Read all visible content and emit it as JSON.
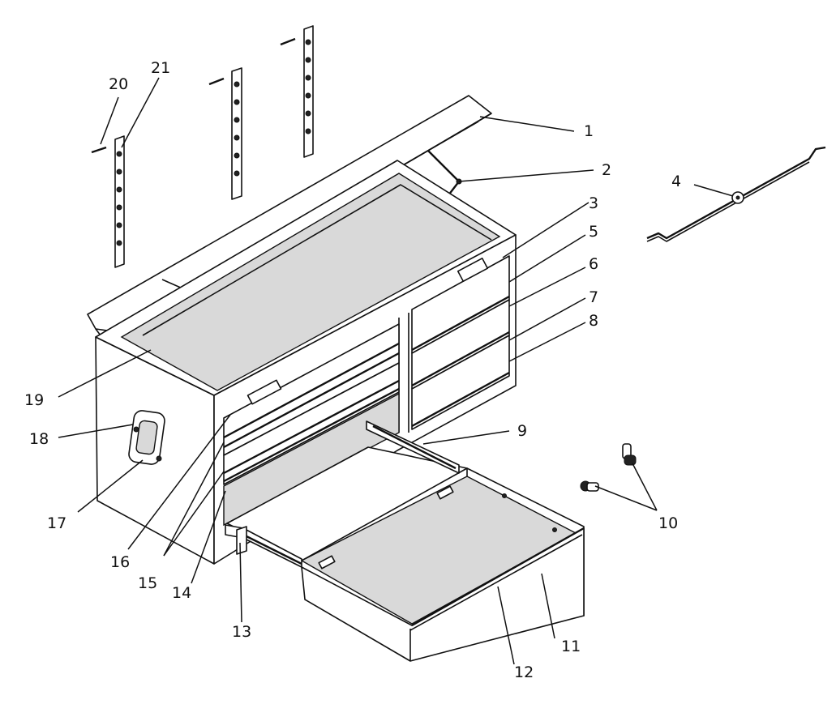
{
  "callouts": {
    "c1": "1",
    "c2": "2",
    "c3": "3",
    "c4": "4",
    "c5": "5",
    "c6": "6",
    "c7": "7",
    "c8": "8",
    "c9": "9",
    "c10": "10",
    "c11": "11",
    "c12": "12",
    "c13": "13",
    "c14": "14",
    "c15": "15",
    "c16": "16",
    "c17": "17",
    "c18": "18",
    "c19": "19",
    "c20": "20",
    "c21": "21"
  },
  "colors": {
    "line": "#111111",
    "background": "#ffffff"
  }
}
